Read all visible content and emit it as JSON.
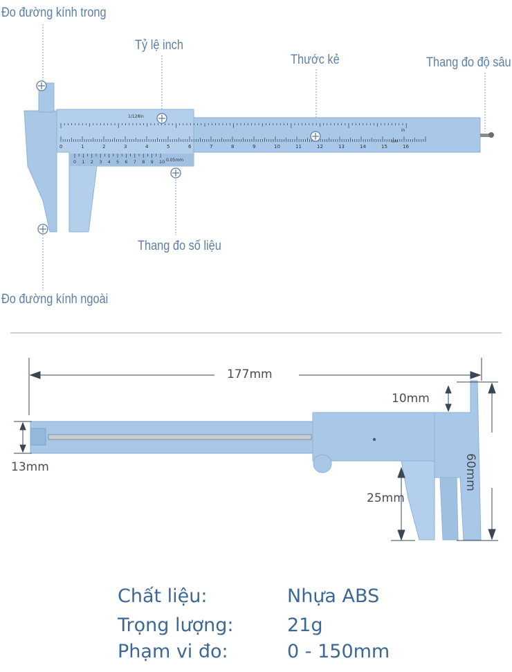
{
  "callouts": {
    "inner_diameter": "Đo đường kính trong",
    "inch_scale": "Tỷ lệ inch",
    "ruler": "Thước kẻ",
    "depth_scale": "Thang đo độ sâu",
    "vernier_scale": "Thang đo số liệu",
    "outer_diameter": "Đo đường kính ngoài"
  },
  "ruler_marks": {
    "inch_top": "1/128in",
    "vernier_unit": "0.05mm",
    "cm_unit": "cm",
    "in_unit": "in"
  },
  "dimensions": {
    "length": "177mm",
    "height": "60mm",
    "jaw_top": "10mm",
    "jaw_bottom": "25mm",
    "width": "13mm"
  },
  "specs": [
    {
      "label": "Chất liệu:",
      "value": "Nhựa ABS"
    },
    {
      "label": "Trọng lượng:",
      "value": "21g"
    },
    {
      "label": "Phạm vi đo:",
      "value": "0 - 150mm"
    }
  ],
  "colors": {
    "plastic": "#a9c7e6",
    "plastic_dark": "#7fa6cf",
    "callout_text": "#5b7fa8",
    "spec_text": "#3e6894"
  }
}
